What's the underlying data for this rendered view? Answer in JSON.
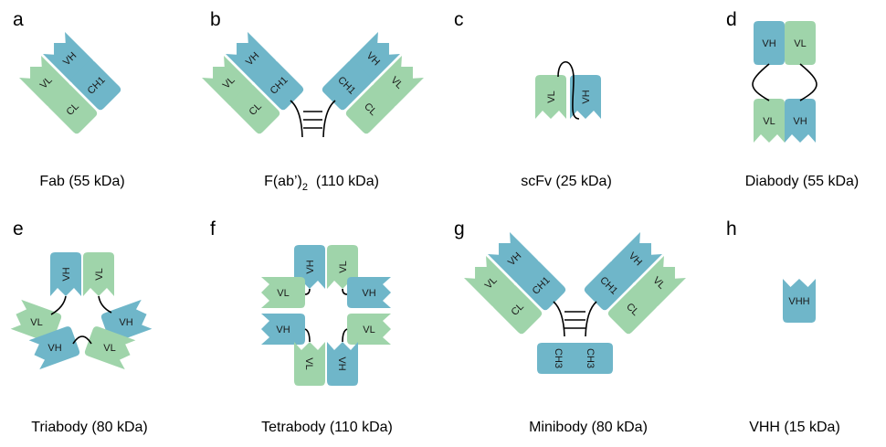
{
  "panels": [
    {
      "letter": "a",
      "caption": "Fab (55 kDa)"
    },
    {
      "letter": "b",
      "caption_main": "F(ab’)",
      "caption_sub": "2",
      "caption_tail": "  (110 kDa)"
    },
    {
      "letter": "c",
      "caption": "scFv (25 kDa)"
    },
    {
      "letter": "d",
      "caption": "Diabody (55 kDa)"
    },
    {
      "letter": "e",
      "caption": "Triabody (80 kDa)"
    },
    {
      "letter": "f",
      "caption": "Tetrabody (110 kDa)"
    },
    {
      "letter": "g",
      "caption": "Minibody (80 kDa)"
    },
    {
      "letter": "h",
      "caption": "VHH (15 kDa)"
    }
  ],
  "domains": {
    "vh": "VH",
    "vl": "VL",
    "ch1": "CH1",
    "cl": "CL",
    "ch3": "CH3",
    "vhh": "VHH"
  },
  "colors": {
    "heavy": "#6fb6c9",
    "light": "#9fd4aa",
    "linker": "#000000"
  }
}
